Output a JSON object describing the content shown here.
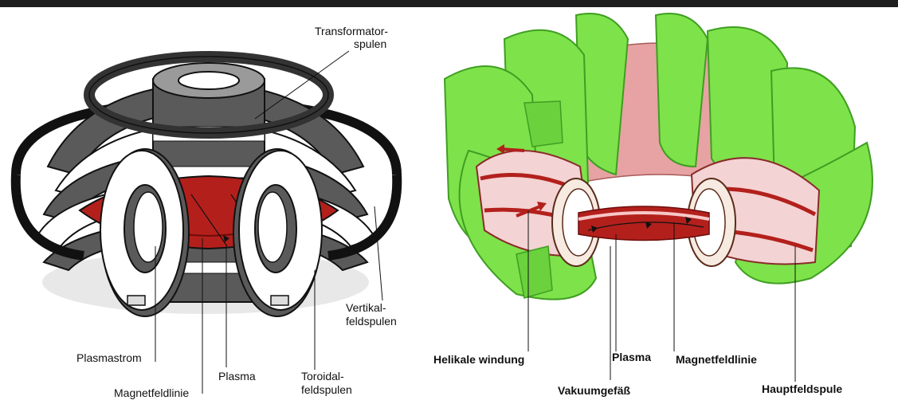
{
  "tokamak": {
    "labels": {
      "transformer_coils_line1": "Transformator-",
      "transformer_coils_line2": "spulen",
      "plasma_current": "Plasmastrom",
      "plasma": "Plasma",
      "magnetic_field_line": "Magnetfeldlinie",
      "toroidal_coils_line1": "Toroidal-",
      "toroidal_coils_line2": "feldspulen",
      "vertical_coils_line1": "Vertikal-",
      "vertical_coils_line2": "feldspulen"
    }
  },
  "stellarator": {
    "labels": {
      "helical_winding": "Helikale windung",
      "plasma": "Plasma",
      "magnetic_field_line": "Magnetfeldlinie",
      "vacuum_vessel": "Vakuumgefäß",
      "main_field_coil": "Hauptfeldspule"
    }
  },
  "colors": {
    "coil_dark": "#5a5a5a",
    "coil_light": "#ffffff",
    "plasma_red": "#b3201c",
    "coil_green": "#7ee24a",
    "coil_green_dark": "#3f9e22",
    "vessel_pink": "#e7a3a3"
  }
}
